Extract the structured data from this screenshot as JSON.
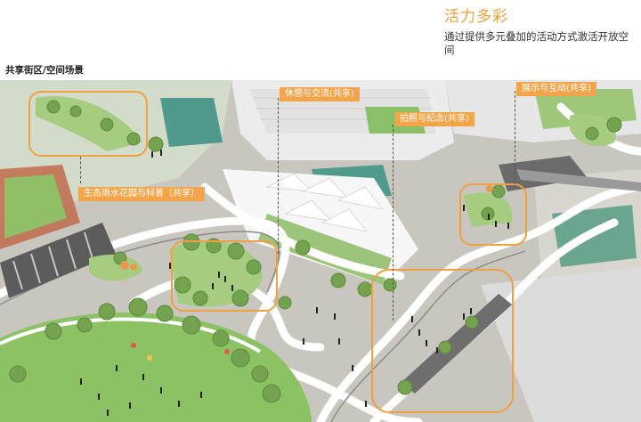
{
  "header": {
    "title": "活力多彩",
    "subtitle": "通过提供多元叠加的活动方式激活开放空间"
  },
  "section_label": "共享街区/空间场景",
  "callouts": [
    {
      "id": "rest",
      "label": "休憩与交流(共享)"
    },
    {
      "id": "photo",
      "label": "拍照与纪念(共享)"
    },
    {
      "id": "show",
      "label": "展示与互动(共享)"
    },
    {
      "id": "eco",
      "label": "生态雨水花园与科普（共享）"
    }
  ],
  "colors": {
    "accent": "#f0a040",
    "tag_bg": "#f4a54a",
    "lawn": "#7fb55a",
    "plaza": "#b7b4ad",
    "building": "#f2f2f2"
  }
}
